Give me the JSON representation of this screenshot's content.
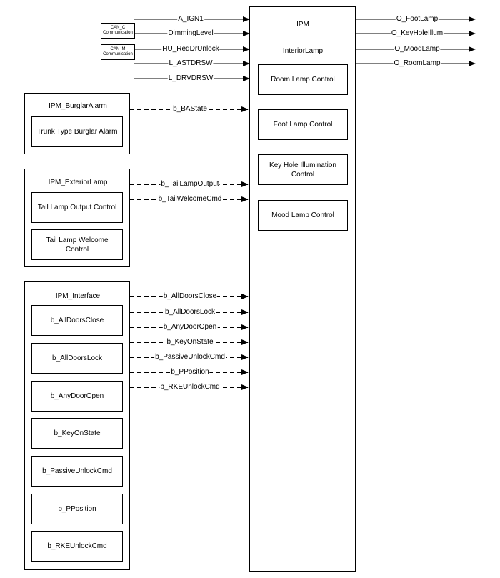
{
  "ipm": {
    "title": "IPM",
    "subtitle": "InteriorLamp",
    "controls": [
      "Room Lamp Control",
      "Foot Lamp Control",
      "Key Hole Illumination Control",
      "Mood Lamp Control"
    ]
  },
  "top_inputs": {
    "ign": "A_IGN1",
    "dimming": "DimmingLevel",
    "reqdr": "HU_ReqDrUnlock",
    "astd": "L_ASTDRSW",
    "drvd": "L_DRVDRSW",
    "can_c_line1": "CAN_C",
    "can_c_line2": "Communication",
    "can_m_line1": "CAN_M",
    "can_m_line2": "Communication"
  },
  "outputs": [
    "O_FootLamp",
    "O_KeyHoleIllum",
    "O_MoodLamp",
    "O_RoomLamp"
  ],
  "burglar": {
    "title": "IPM_BurglarAlarm",
    "item": "Trunk Type Burglar Alarm",
    "signal": "b_BAState"
  },
  "exterior": {
    "title": "IPM_ExteriorLamp",
    "items": [
      "Tail Lamp Output Control",
      "Tail Lamp Welcome Control"
    ],
    "signals": [
      "b_TailLampOutput",
      "b_TailWelcomeCmd"
    ]
  },
  "interface": {
    "title": "IPM_Interface",
    "items": [
      "b_AllDoorsClose",
      "b_AllDoorsLock",
      "b_AnyDoorOpen",
      "b_KeyOnState",
      "b_PassiveUnlockCmd",
      "b_PPosition",
      "b_RKEUnlockCmd"
    ],
    "signals": [
      "b_AllDoorsClose",
      "b_AllDoorsLock",
      "b_AnyDoorOpen",
      "b_KeyOnState",
      "b_PassiveUnlockCmd",
      "b_PPosition",
      "b_RKEUnlockCmd"
    ]
  }
}
